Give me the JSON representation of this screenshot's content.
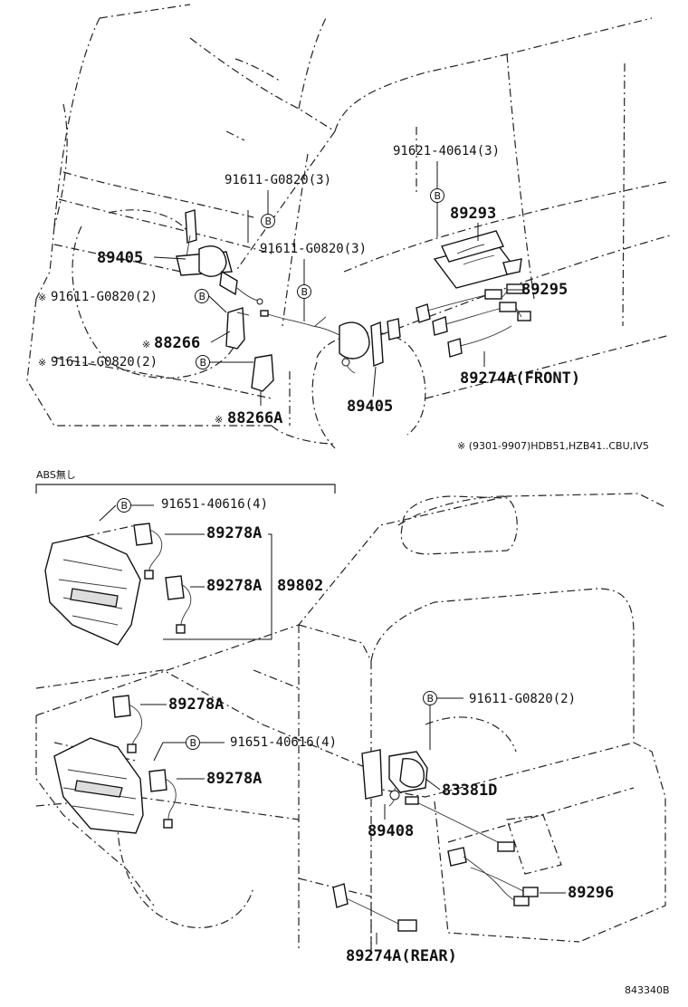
{
  "diagram_code": "843340B",
  "abs_label": "ABS無し",
  "footnote": "※ (9301-9907)HDB51,HZB41..CBU,IV5",
  "bolt_symbol": "B",
  "note_mark": "※",
  "labels": {
    "l_91611_g0820_3_a": "91611-G0820(3)",
    "l_91621_40614_3": "91621-40614(3)",
    "l_89293": "89293",
    "l_89405_a": "89405",
    "l_91611_g0820_3_b": "91611-G0820(3)",
    "l_91611_g0820_2_a": "91611-G0820(2)",
    "l_89295": "89295",
    "l_88266": "88266",
    "l_91611_g0820_2_b": "91611-G0820(2)",
    "l_89274a_front": "89274A(FRONT)",
    "l_89405_b": "89405",
    "l_88266a": "88266A",
    "l_91651_40616_4_a": "91651-40616(4)",
    "l_89278a_1": "89278A",
    "l_89278a_2": "89278A",
    "l_89802": "89802",
    "l_91611_g0820_2_c": "91611-G0820(2)",
    "l_89278a_3": "89278A",
    "l_91651_40616_4_b": "91651-40616(4)",
    "l_89278a_4": "89278A",
    "l_83381d": "83381D",
    "l_89408": "89408",
    "l_89296": "89296",
    "l_89274a_rear": "89274A(REAR)"
  }
}
